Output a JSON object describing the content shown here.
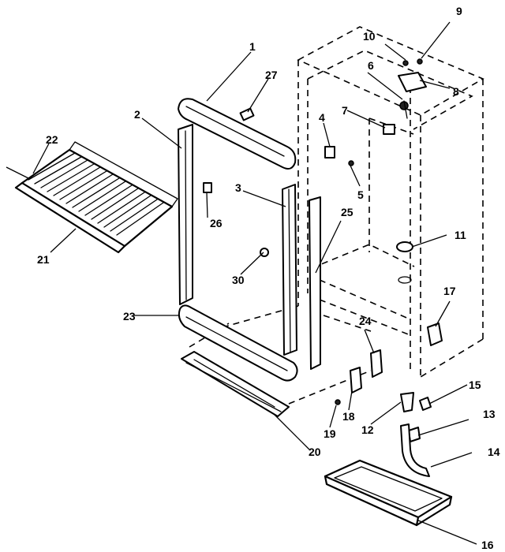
{
  "callouts": {
    "c1": "1",
    "c2": "2",
    "c3": "3",
    "c4": "4",
    "c5": "5",
    "c6": "6",
    "c7": "7",
    "c8": "8",
    "c9": "9",
    "c10": "10",
    "c11": "11",
    "c12": "12",
    "c13": "13",
    "c14": "14",
    "c15": "15",
    "c16": "16",
    "c17": "17",
    "c18": "18",
    "c19": "19",
    "c20": "20",
    "c21": "21",
    "c22": "22",
    "c23": "23",
    "c24": "24",
    "c25": "25",
    "c26": "26",
    "c27": "27",
    "c30": "30"
  }
}
